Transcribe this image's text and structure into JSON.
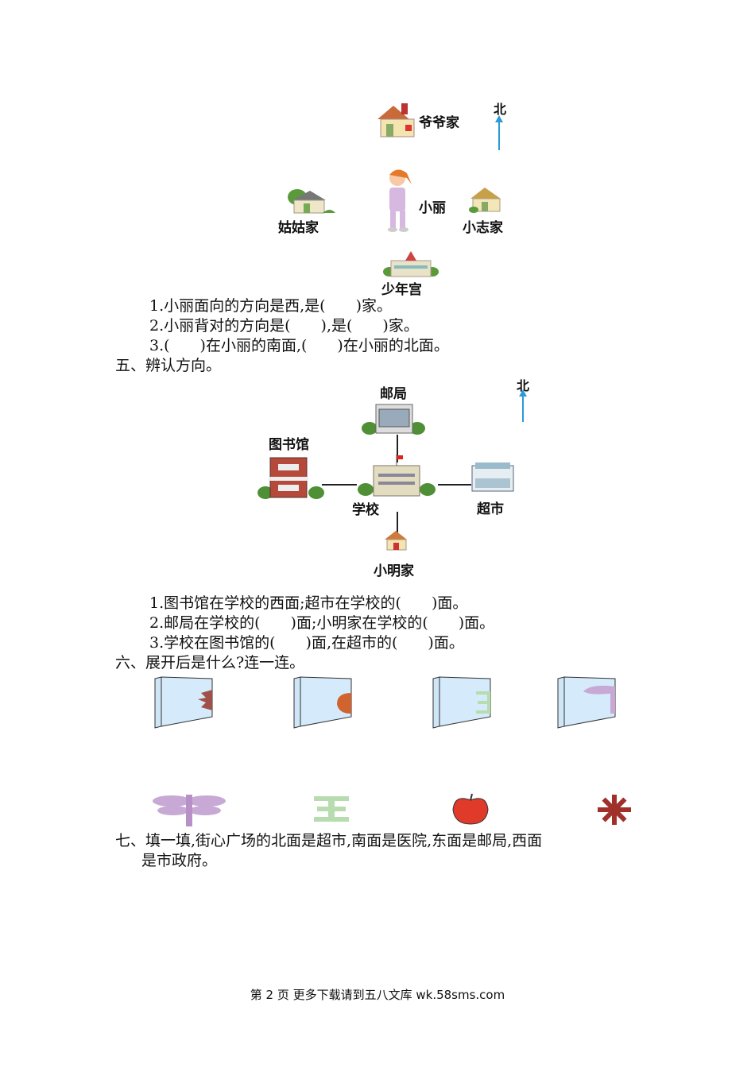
{
  "diagram1": {
    "north": "北",
    "grandpa_home": "爷爷家",
    "xiaoli": "小丽",
    "aunt_home": "姑姑家",
    "xiaozhi_home": "小志家",
    "youth_palace": "少年宫"
  },
  "section4_questions": [
    "1.小丽面向的方向是西,是(　　)家。",
    "2.小丽背对的方向是(　　),是(　　)家。",
    "3.(　　)在小丽的南面,(　　)在小丽的北面。"
  ],
  "section5": {
    "heading": "五、辨认方向。",
    "north": "北",
    "post_office": "邮局",
    "library": "图书馆",
    "school": "学校",
    "supermarket": "超市",
    "xiaoming_home": "小明家",
    "questions": [
      "1.图书馆在学校的西面;超市在学校的(　　)面。",
      "2.邮局在学校的(　　)面;小明家在学校的(　　)面。",
      "3.学校在图书馆的(　　)面,在超市的(　　)面。"
    ]
  },
  "section6": {
    "heading": "六、展开后是什么?连一连。"
  },
  "section7": {
    "line1": "七、填一填,街心广场的北面是超市,南面是医院,东面是邮局,西面",
    "line2": "是市政府。"
  },
  "footer": "第 2 页 更多下载请到五八文库 wk.58sms.com"
}
